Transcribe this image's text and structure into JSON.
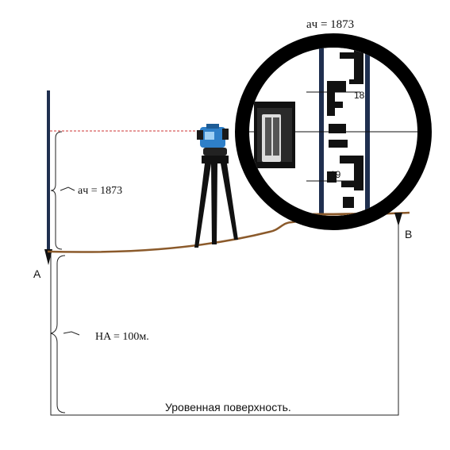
{
  "labels": {
    "reading_top": "aч = 1873",
    "reading_left": "aч = 1873",
    "elevation": "HA = 100м.",
    "point_a": "A",
    "point_b": "B",
    "level_surface": "Уровенная поверхность.",
    "scale_18": "18",
    "scale_19": "19"
  },
  "colors": {
    "ground": "#8B5A2B",
    "staff": "#1f2f4f",
    "sight_line": "#cc3333",
    "level_body": "#2e7fc8",
    "ring": "#000000"
  },
  "icons": {
    "level_instrument": "leveling-instrument-icon",
    "tripod": "tripod-icon",
    "eyepiece_view": "telescope-view-icon"
  }
}
